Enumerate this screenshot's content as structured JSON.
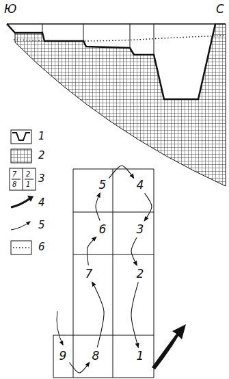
{
  "diagram": {
    "nodes": [
      {
        "text": [
          "5"
        ]
      },
      {
        "text": [
          "4"
        ]
      },
      {
        "text": [
          "6"
        ]
      },
      {
        "text": [
          "3"
        ]
      },
      {
        "text": [
          "7"
        ]
      },
      {
        "text": [
          "2"
        ]
      },
      {
        "text": [
          "9"
        ]
      },
      {
        "text": [
          "8"
        ]
      },
      {
        "text": [
          "1"
        ]
      }
    ],
    "edges": [
      {
        "from": 6,
        "to": 7,
        "arrow": "to"
      },
      {
        "from": 7,
        "to": 4,
        "arrow": "to"
      },
      {
        "from": 4,
        "to": 2,
        "arrow": "to"
      },
      {
        "from": 2,
        "to": 0,
        "arrow": "to"
      },
      {
        "from": 0,
        "to": 1,
        "arrow": "to"
      },
      {
        "from": 1,
        "to": 3,
        "arrow": "to"
      },
      {
        "from": 3,
        "to": 5,
        "arrow": "to"
      },
      {
        "from": 5,
        "to": 8,
        "arrow": "to"
      }
    ],
    "labels": [
      "Ю",
      "С",
      "7",
      "8",
      "2",
      "1"
    ],
    "legend": [
      {
        "text": "1"
      },
      {
        "text": "2"
      },
      {
        "text": "3"
      },
      {
        "text": "4"
      },
      {
        "text": "5"
      },
      {
        "text": "6"
      }
    ]
  }
}
